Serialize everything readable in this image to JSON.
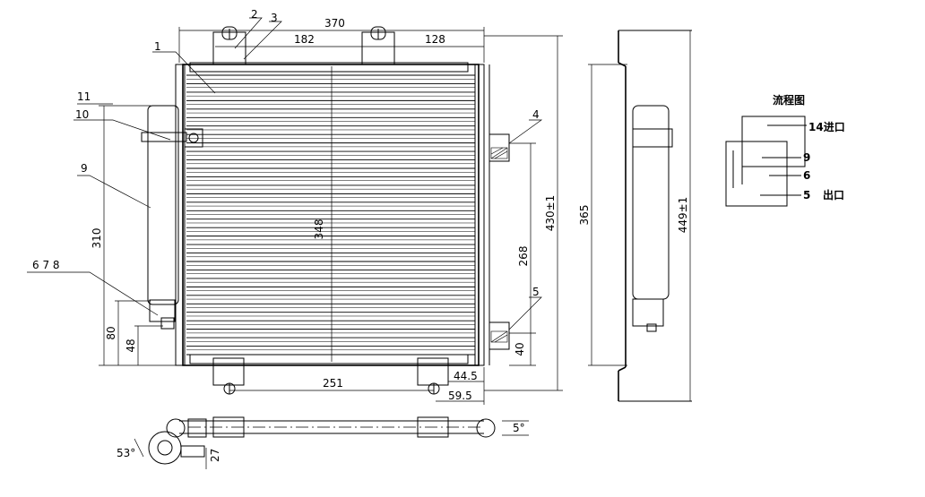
{
  "dimensions": {
    "width_370": "370",
    "d_182": "182",
    "d_128": "128",
    "d_348": "348",
    "d_310": "310",
    "d_80": "80",
    "d_48": "48",
    "d_251": "251",
    "d_44_5": "44.5",
    "d_59_5": "59.5",
    "d_430": "430±1",
    "d_268": "268",
    "d_40": "40",
    "d_365": "365",
    "d_449": "449±1",
    "d_53": "53°",
    "d_27": "27",
    "d_5": "5°"
  },
  "part_numbers": {
    "p1": "1",
    "p2": "2",
    "p3": "3",
    "p4": "4",
    "p5": "5",
    "p9": "9",
    "p10": "10",
    "p11": "11",
    "p678": "6  7  8"
  },
  "flow_chart": {
    "title": "流程图",
    "inlet": "14进口",
    "row_9": "9",
    "row_6": "6",
    "outlet_num": "5",
    "outlet_label": "出口"
  }
}
